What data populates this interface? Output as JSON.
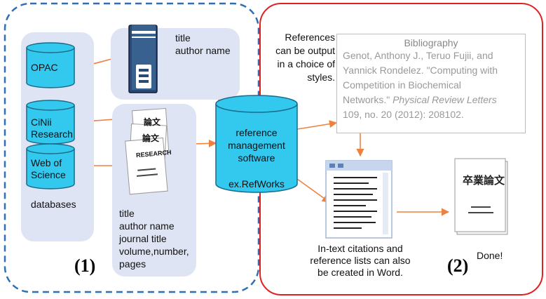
{
  "section1": {
    "label": "(1)",
    "databases": [
      {
        "name": "OPAC"
      },
      {
        "name": "CiNii Research"
      },
      {
        "name": "Web of Science"
      }
    ],
    "databases_caption": "databases",
    "book_fields": [
      "title",
      "author name"
    ],
    "paper_fields": [
      "title",
      "author name",
      "journal title",
      "volume,number,",
      "pages"
    ],
    "paper_stamps": [
      "論文",
      "論文",
      "RESEARCH"
    ]
  },
  "software": {
    "name": "reference management software",
    "example": "ex.RefWorks"
  },
  "section2": {
    "label": "(2)",
    "styles_note": "References can be output in a choice of styles.",
    "bibliography": {
      "title": "Bibliography",
      "line1": "Genot, Anthony J., Teruo Fujii, and",
      "line2": "Yannick Rondelez. \"Computing with",
      "line3": "Competition in Biochemical",
      "line4_plain": "Networks.\" ",
      "line4_italic": "Physical Review Letters",
      "line5": "109, no. 20 (2012): 208102."
    },
    "word_note": "In-text citations and reference lists can also be created in Word.",
    "thesis_stamp": "卒業論文",
    "done": "Done!"
  },
  "colors": {
    "dashed_border": "#2e6fb5",
    "red_border": "#e02020",
    "cylinder_fill": "#33c8ee",
    "cylinder_stroke": "#1a6a8a",
    "panel_fill": "#dfe4f4",
    "arrow": "#f08040"
  }
}
